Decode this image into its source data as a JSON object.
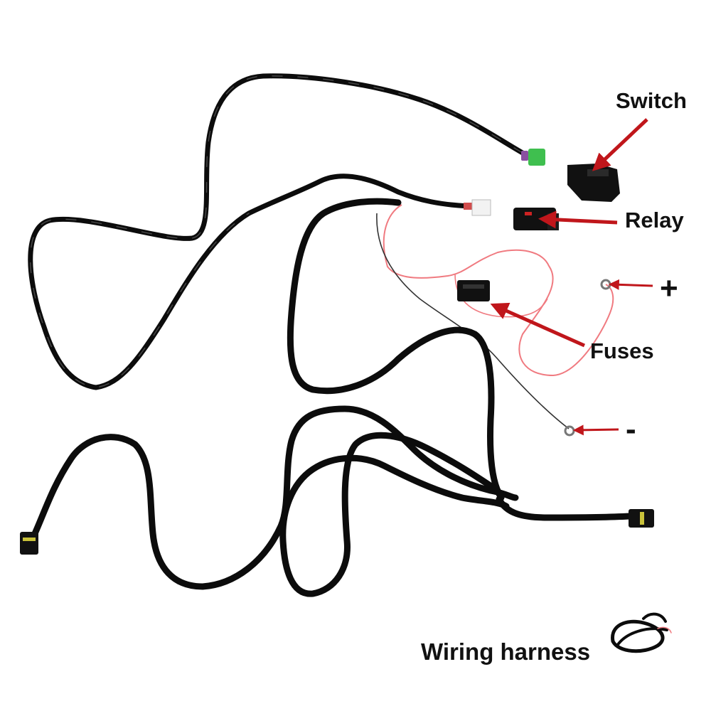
{
  "labels": {
    "switch": "Switch",
    "relay": "Relay",
    "plus": "+",
    "fuses": "Fuses",
    "minus": "-",
    "harness": "Wiring harness"
  },
  "colors": {
    "cable": "#0c0c0c",
    "cable_sheen": "#4a4a4a",
    "arrow": "#c0161b",
    "red_wire": "#f07a80",
    "thin_wire": "#333333",
    "green_connector": "#3fbf4f",
    "white_connector": "#f2f2f2"
  }
}
